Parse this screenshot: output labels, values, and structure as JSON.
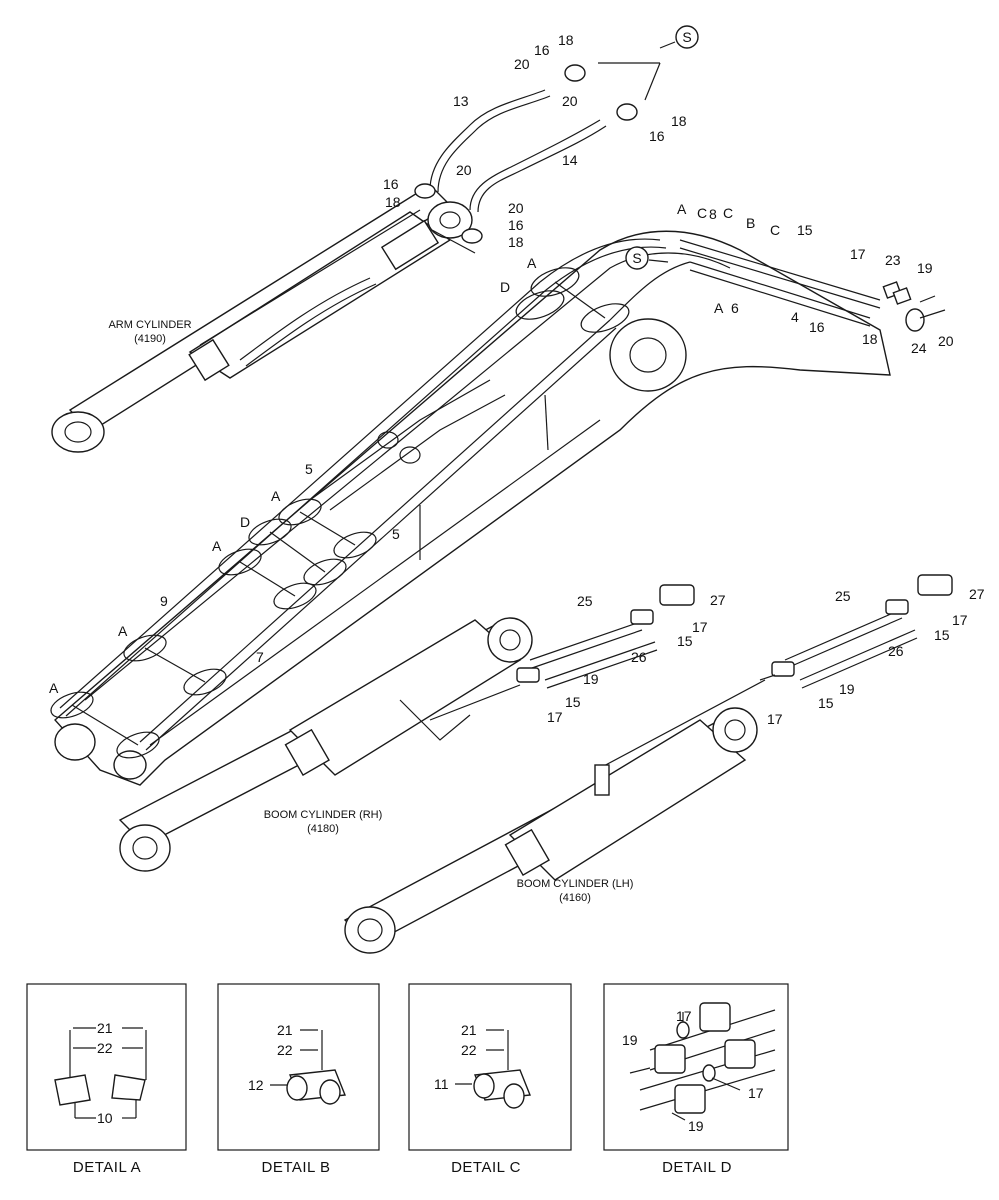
{
  "components": {
    "arm_cylinder": {
      "name": "ARM CYLINDER",
      "code": "(4190)"
    },
    "boom_cylinder_rh": {
      "name": "BOOM CYLINDER (RH)",
      "code": "(4180)"
    },
    "boom_cylinder_lh": {
      "name": "BOOM CYLINDER (LH)",
      "code": "(4160)"
    }
  },
  "callouts": {
    "top": [
      "18",
      "16",
      "20",
      "13",
      "20",
      "18",
      "16",
      "20",
      "14",
      "16",
      "18",
      "20",
      "16",
      "18"
    ],
    "boom_top": [
      "A",
      "C",
      "8",
      "C",
      "B",
      "C",
      "15",
      "17",
      "23",
      "19",
      "A",
      "6",
      "4",
      "16",
      "18",
      "24",
      "20",
      "A",
      "D"
    ],
    "boom_mid": [
      "5",
      "5",
      "A",
      "D",
      "A",
      "9",
      "A",
      "7",
      "A"
    ],
    "cyl_rh": [
      "25",
      "27",
      "17",
      "15",
      "26",
      "19",
      "15",
      "17"
    ],
    "cyl_lh": [
      "25",
      "27",
      "17",
      "15",
      "26",
      "19",
      "15",
      "17"
    ]
  },
  "view_marker": "S",
  "details": [
    {
      "title": "DETAIL  A",
      "labels": [
        "21",
        "22",
        "10"
      ]
    },
    {
      "title": "DETAIL  B",
      "labels": [
        "21",
        "22",
        "12"
      ]
    },
    {
      "title": "DETAIL  C",
      "labels": [
        "21",
        "22",
        "11"
      ]
    },
    {
      "title": "DETAIL  D",
      "labels": [
        "19",
        "17",
        "17",
        "19"
      ]
    }
  ]
}
